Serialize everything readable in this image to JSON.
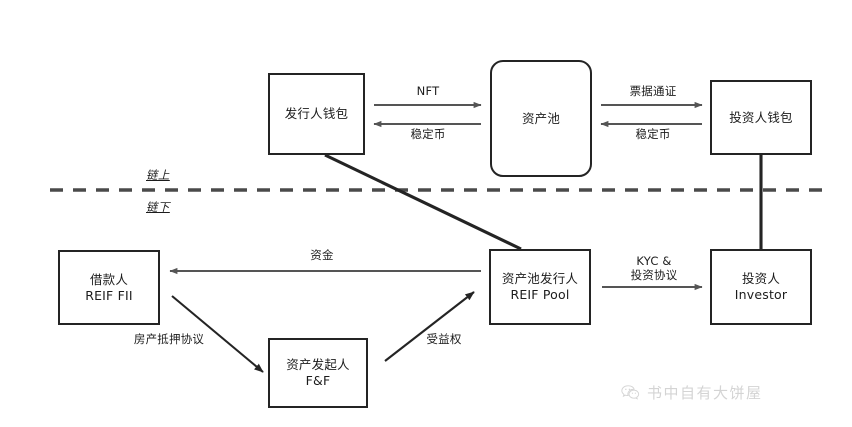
{
  "diagram": {
    "title_hidden": "",
    "nodes": [
      {
        "id": "issuer-wallet",
        "line1": "发行人钱包",
        "line2": "",
        "shape": "rect"
      },
      {
        "id": "asset-pool",
        "line1": "资产池",
        "line2": "",
        "shape": "rounded-rect"
      },
      {
        "id": "investor-wallet",
        "line1": "投资人钱包",
        "line2": "",
        "shape": "rect"
      },
      {
        "id": "borrower",
        "line1": "借款人",
        "line2": "REIF FII",
        "shape": "rect"
      },
      {
        "id": "asset-originator",
        "line1": "资产发起人",
        "line2": "F&F",
        "shape": "rect"
      },
      {
        "id": "pool-issuer",
        "line1": "资产池发行人",
        "line2": "REIF Pool",
        "shape": "rect"
      },
      {
        "id": "investor",
        "line1": "投资人",
        "line2": "Investor",
        "shape": "rect"
      }
    ],
    "edge_labels": {
      "nft": "NFT",
      "stablecoin_left": "稳定币",
      "note_token": "票据通证",
      "stablecoin_right": "稳定币",
      "funds": "资金",
      "mortgage_agreement": "房产抵押协议",
      "beneficial_right": "受益权",
      "kyc_investment": "KYC &\n投资协议"
    },
    "divider": {
      "above_label": "链上",
      "below_label": "链下",
      "style": "dashed",
      "color": "#4a4a4a"
    },
    "colors": {
      "stroke": "#242424",
      "arrow": "#555555",
      "background": "#ffffff",
      "watermark": "#d4d4d4"
    }
  },
  "watermark": {
    "text": "书中自有大饼屋",
    "icon": "wechat-icon"
  }
}
